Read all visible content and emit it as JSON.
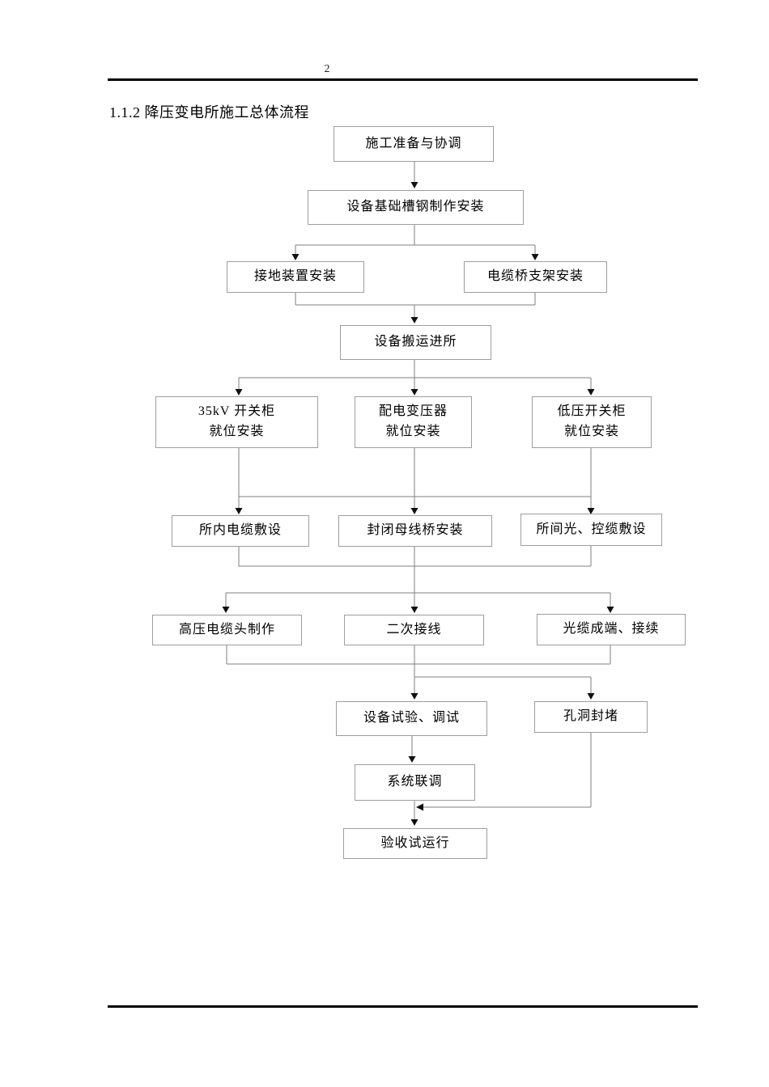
{
  "page": {
    "number": "2",
    "heading": "1.1.2 降压变电所施工总体流程"
  },
  "flowchart": {
    "boxes": [
      {
        "name": "prep",
        "label": "施工准备与协调"
      },
      {
        "name": "foundation",
        "label": "设备基础槽钢制作安装"
      },
      {
        "name": "grounding",
        "label": "接地装置安装"
      },
      {
        "name": "cable-bridge",
        "label": "电缆桥支架安装"
      },
      {
        "name": "transport",
        "label": "设备搬运进所"
      },
      {
        "name": "sw35kv",
        "label": "35kV 开关柜\n就位安装"
      },
      {
        "name": "transformer",
        "label": "配电变压器\n就位安装"
      },
      {
        "name": "lv-switchgear",
        "label": "低压开关柜\n就位安装"
      },
      {
        "name": "cable-laying",
        "label": "所内电缆敷设"
      },
      {
        "name": "busbar",
        "label": "封闭母线桥安装"
      },
      {
        "name": "optical-control",
        "label": "所间光、控缆敷设"
      },
      {
        "name": "hv-cable-head",
        "label": "高压电缆头制作"
      },
      {
        "name": "secondary-wiring",
        "label": "二次接线"
      },
      {
        "name": "optical-splicing",
        "label": "光缆成端、接续"
      },
      {
        "name": "testing",
        "label": "设备试验、调试"
      },
      {
        "name": "hole-sealing",
        "label": "孔洞封堵"
      },
      {
        "name": "system-commissioning",
        "label": "系统联调"
      },
      {
        "name": "acceptance",
        "label": "验收试运行"
      }
    ],
    "edges": [
      {
        "from": [
          "prep"
        ],
        "to": [
          "foundation"
        ]
      },
      {
        "from": [
          "foundation"
        ],
        "to": [
          "grounding",
          "cable-bridge"
        ]
      },
      {
        "from": [
          "grounding",
          "cable-bridge"
        ],
        "to": [
          "transport"
        ]
      },
      {
        "from": [
          "transport"
        ],
        "to": [
          "sw35kv",
          "transformer",
          "lv-switchgear"
        ]
      },
      {
        "from": [
          "sw35kv",
          "transformer",
          "lv-switchgear"
        ],
        "to": [
          "cable-laying",
          "busbar",
          "optical-control"
        ]
      },
      {
        "from": [
          "cable-laying",
          "busbar",
          "optical-control"
        ],
        "to": [
          "hv-cable-head",
          "secondary-wiring",
          "optical-splicing"
        ]
      },
      {
        "from": [
          "hv-cable-head",
          "secondary-wiring",
          "optical-splicing"
        ],
        "to": [
          "testing",
          "hole-sealing"
        ]
      },
      {
        "from": [
          "testing"
        ],
        "to": [
          "system-commissioning"
        ]
      },
      {
        "from": [
          "system-commissioning"
        ],
        "to": [
          "acceptance"
        ]
      },
      {
        "from": [
          "hole-sealing"
        ],
        "to": [
          "acceptance"
        ]
      }
    ],
    "colors": {
      "box_border": "#9e9e9e",
      "connector": "#7f7f7f",
      "arrowhead": "#111111",
      "text": "#000000",
      "background": "#ffffff"
    }
  }
}
